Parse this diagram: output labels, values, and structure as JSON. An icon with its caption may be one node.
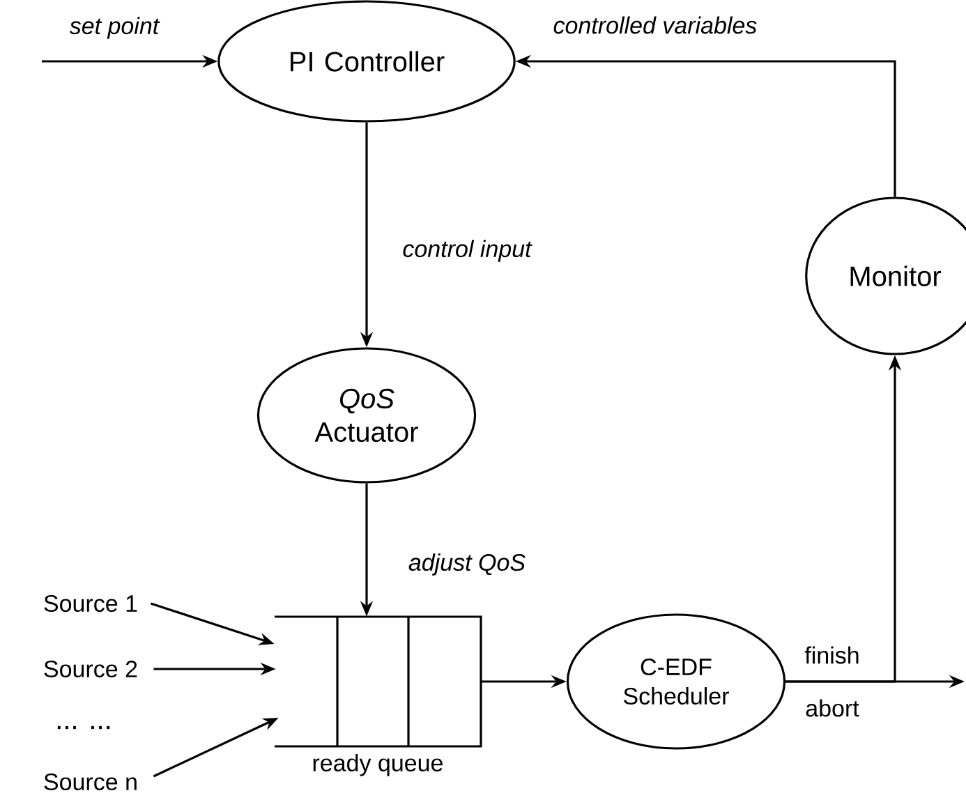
{
  "diagram": {
    "nodes": [
      {
        "text": [
          "PI Controller"
        ]
      },
      {
        "text": [
          "Monitor"
        ]
      },
      {
        "text": [
          "*QoS* Actuator"
        ]
      },
      {
        "text": [],
        "shape": "box",
        "beside": [
          "ready queue"
        ]
      },
      {
        "text": [
          "C-EDF Scheduler"
        ]
      },
      {
        "text": [
          "Source 1"
        ]
      },
      {
        "text": [
          "Source 2"
        ]
      },
      {
        "text": [
          "Source n"
        ]
      }
    ],
    "edges": [
      {
        "from": null,
        "to": 0,
        "arrow": "to",
        "label": "set point"
      },
      {
        "from": 0,
        "to": 2,
        "arrow": "to",
        "label": "control input"
      },
      {
        "from": 2,
        "to": 3,
        "arrow": "to",
        "label": "adjust QoS"
      },
      {
        "from": 5,
        "to": 3,
        "arrow": "to"
      },
      {
        "from": 6,
        "to": 3,
        "arrow": "to"
      },
      {
        "from": 7,
        "to": 3,
        "arrow": "to"
      },
      {
        "from": 3,
        "to": 4,
        "arrow": "to"
      },
      {
        "from": 4,
        "to": 1,
        "arrow": "to"
      },
      {
        "from": 4,
        "to": null,
        "arrow": "to"
      },
      {
        "from": 1,
        "to": 0,
        "arrow": "to",
        "label": "controlled variables"
      }
    ],
    "labels": [
      "... ...",
      "finish",
      "abort"
    ]
  }
}
